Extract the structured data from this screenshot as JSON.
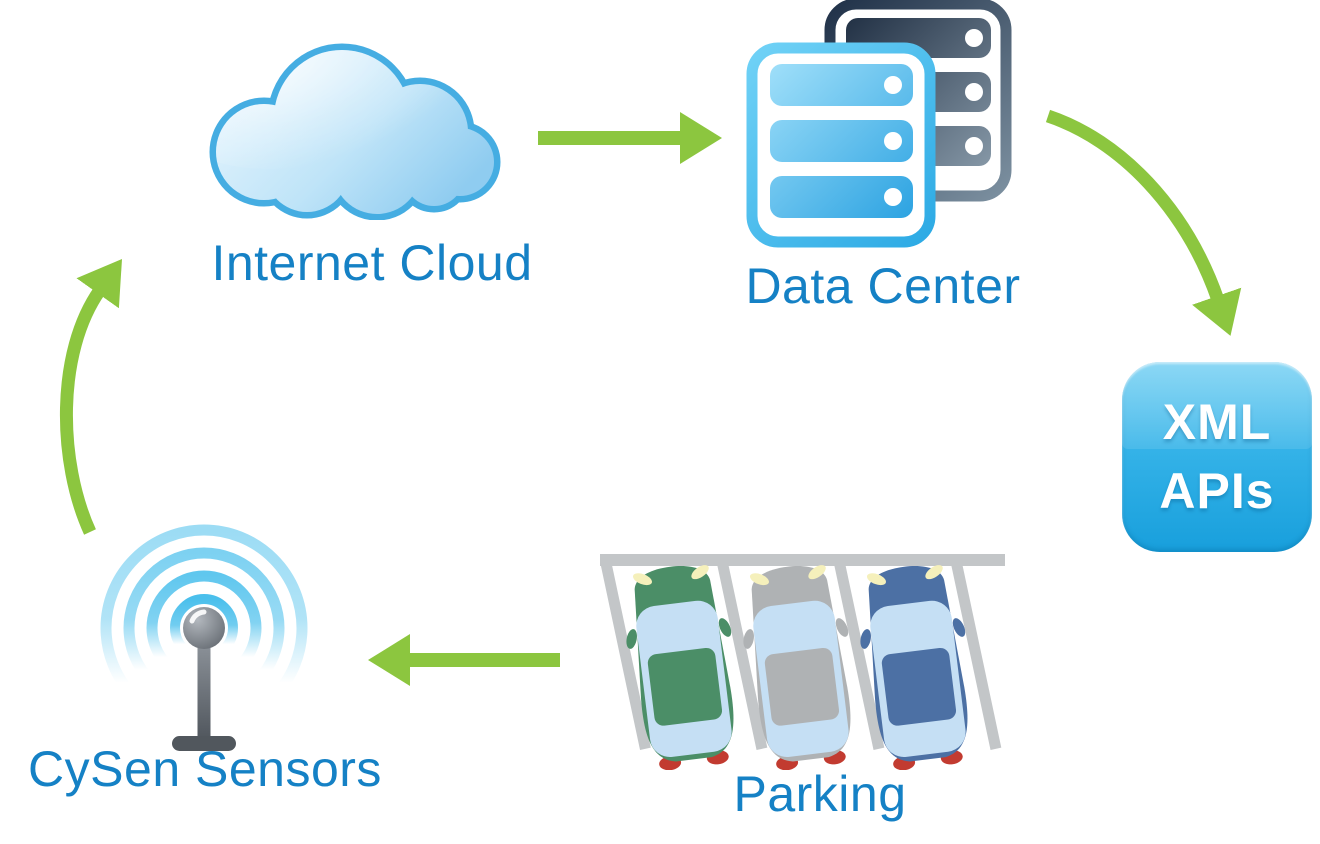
{
  "diagram": {
    "nodes": [
      {
        "id": "internet-cloud",
        "label": "Internet Cloud",
        "icon": "cloud-icon"
      },
      {
        "id": "data-center",
        "label": "Data Center",
        "icon": "server-stack-icon"
      },
      {
        "id": "xml-apis",
        "label_line1": "XML",
        "label_line2": "APIs",
        "icon": "rounded-app-badge"
      },
      {
        "id": "parking",
        "label": "Parking",
        "icon": "parked-cars-icon"
      },
      {
        "id": "cysen-sensors",
        "label": "CySen Sensors",
        "icon": "wireless-sensor-icon"
      }
    ],
    "edges": [
      {
        "from": "internet-cloud",
        "to": "data-center",
        "style": "straight-right-arrow"
      },
      {
        "from": "data-center",
        "to": "xml-apis",
        "style": "curved-down-right-arrow"
      },
      {
        "from": "parking",
        "to": "cysen-sensors",
        "style": "straight-left-arrow"
      },
      {
        "from": "cysen-sensors",
        "to": "internet-cloud",
        "style": "curved-up-arrow"
      }
    ],
    "colors": {
      "arrow_green": "#8CC63F",
      "label_blue": "#1581C5",
      "cloud_fill_light": "#D7EEFB",
      "cloud_fill_deep": "#9ED4F2",
      "cloud_outline": "#45ADE2",
      "front_server_blue": "#54C6F2",
      "back_server_navy": "#2C3E53",
      "xml_box_top": "#55C5F0",
      "xml_box_bottom": "#189FDC",
      "sensor_ring_blue": "#41BCEB",
      "car_green": "#4B8E67",
      "car_gray": "#AFB2B4",
      "car_blue": "#4C70A4",
      "parking_line_gray": "#C3C6C8"
    },
    "background": "#FFFFFF"
  }
}
